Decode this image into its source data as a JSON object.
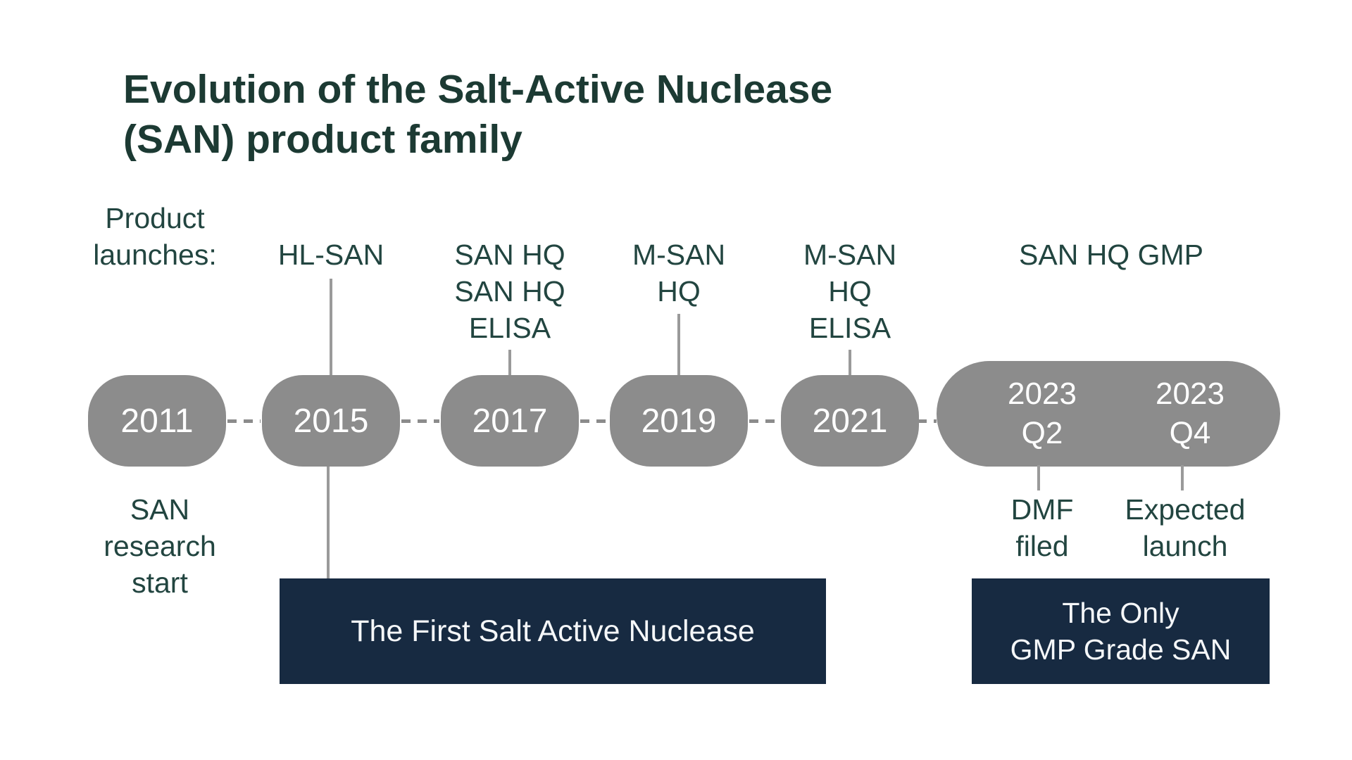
{
  "title": {
    "lines": [
      "Evolution of the Salt-Active Nuclease",
      "(SAN) product family"
    ]
  },
  "colors": {
    "title_teal": "#1c3a33",
    "label_teal": "#224540",
    "pill_gray": "#8c8c8c",
    "connector_gray": "#9a9a9a",
    "callout_navy": "#172a41",
    "pill_text": "#ffffff"
  },
  "timeline": {
    "intro_label_lines": [
      "Product",
      "launches:"
    ],
    "nodes": [
      {
        "year": "2011",
        "below_lines": [
          "SAN",
          "research",
          "start"
        ]
      },
      {
        "year": "2015",
        "above_lines": [
          "HL-SAN"
        ]
      },
      {
        "year": "2017",
        "above_lines": [
          "SAN HQ",
          "SAN HQ",
          "ELISA"
        ]
      },
      {
        "year": "2019",
        "above_lines": [
          "M-SAN",
          "HQ"
        ]
      },
      {
        "year": "2021",
        "above_lines": [
          "M-SAN",
          "HQ",
          "ELISA"
        ]
      }
    ],
    "gmp_label": "SAN HQ GMP",
    "milestones": [
      {
        "year": "2023",
        "quarter": "Q2",
        "below_lines": [
          "DMF",
          "filed"
        ]
      },
      {
        "year": "2023",
        "quarter": "Q4",
        "below_lines": [
          "Expected",
          "launch"
        ]
      }
    ]
  },
  "callouts": {
    "first_san_text": "The First Salt Active Nuclease",
    "gmp_lines": [
      "The Only",
      "GMP Grade SAN"
    ]
  }
}
